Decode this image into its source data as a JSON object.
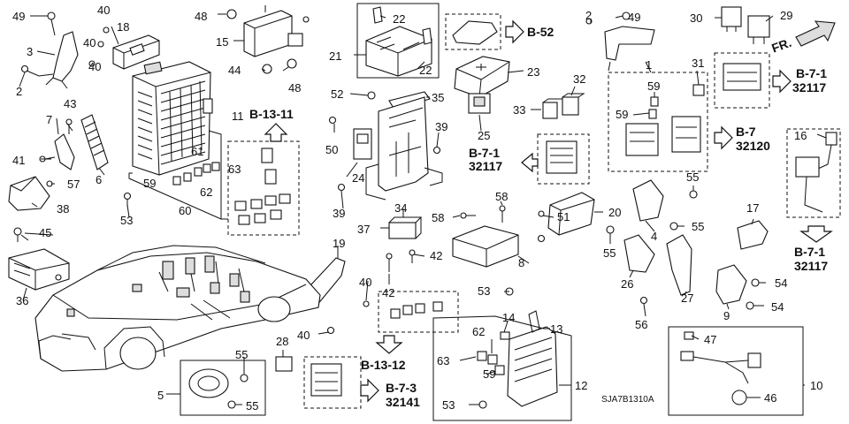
{
  "diagram": {
    "code": "SJA7B1310A",
    "direction_label": "FR.",
    "part_numbers": [
      "1",
      "2",
      "3",
      "4",
      "5",
      "6",
      "7",
      "8",
      "9",
      "10",
      "11",
      "12",
      "13",
      "14",
      "15",
      "16",
      "17",
      "18",
      "19",
      "20",
      "21",
      "22",
      "23",
      "24",
      "25",
      "26",
      "27",
      "28",
      "29",
      "30",
      "31",
      "32",
      "33",
      "34",
      "35",
      "36",
      "37",
      "38",
      "39",
      "40",
      "41",
      "42",
      "43",
      "44",
      "45",
      "46",
      "47",
      "48",
      "49",
      "50",
      "51",
      "52",
      "53",
      "54",
      "55",
      "56",
      "57",
      "58",
      "59",
      "60",
      "61",
      "62",
      "63"
    ],
    "references": [
      {
        "main": "B-13-11",
        "sub": ""
      },
      {
        "main": "B-52",
        "sub": ""
      },
      {
        "main": "B-7-1",
        "sub": "32117"
      },
      {
        "main": "B-7",
        "sub": "32120"
      },
      {
        "main": "B-7-1",
        "sub": "32117"
      },
      {
        "main": "B-7-1",
        "sub": "32117"
      },
      {
        "main": "B-13-12",
        "sub": ""
      },
      {
        "main": "B-7-3",
        "sub": "32141"
      }
    ]
  }
}
